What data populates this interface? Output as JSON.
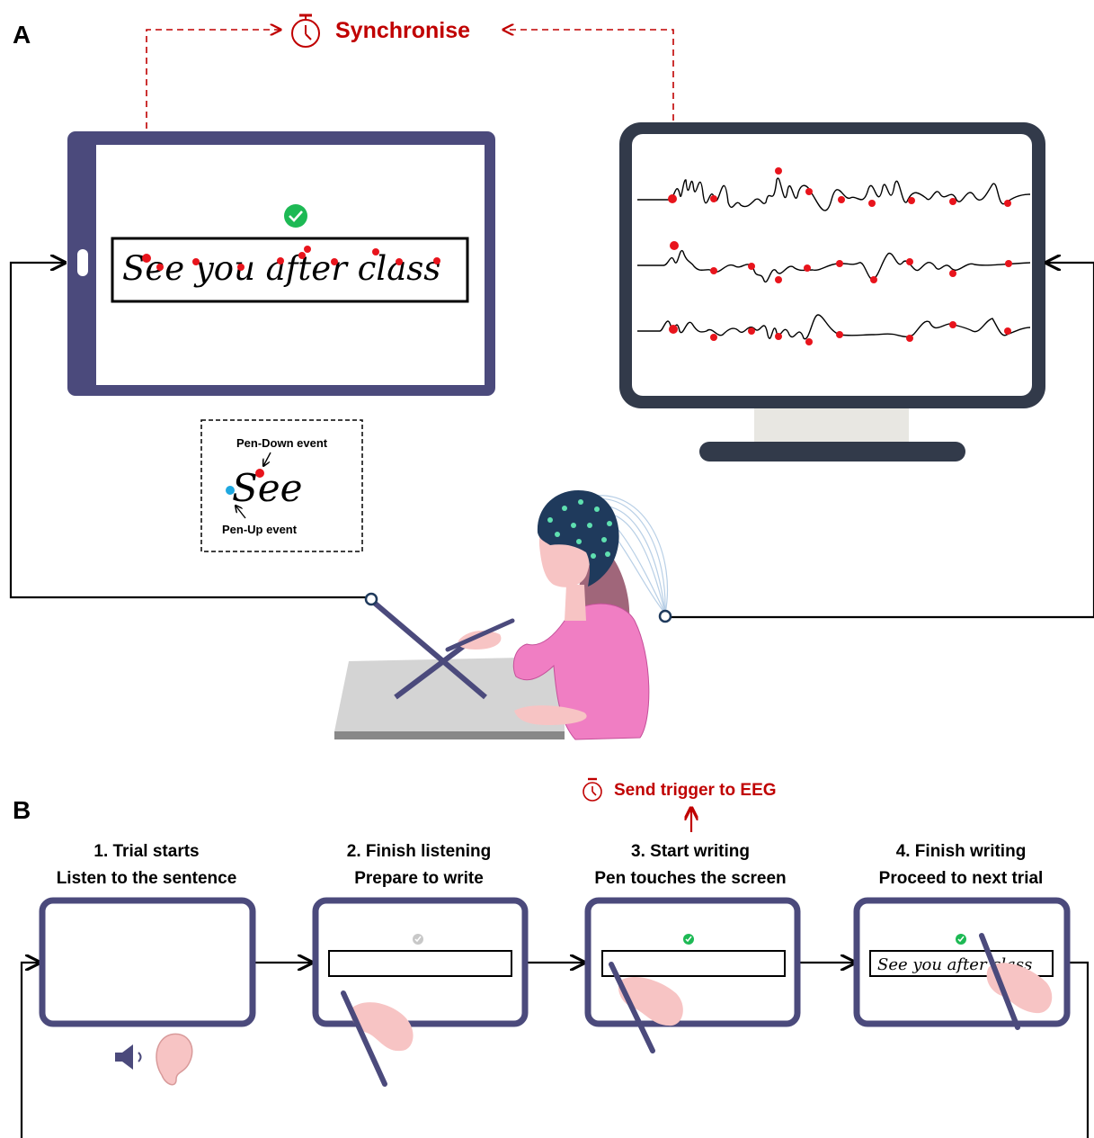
{
  "panelA": {
    "label": "A",
    "sync_text": "Synchronise",
    "tablet_sentence": "See you after class",
    "legend": {
      "pen_down": "Pen-Down event",
      "word": "See",
      "pen_up": "Pen-Up event"
    }
  },
  "panelB": {
    "label": "B",
    "trigger_text": "Send trigger to EEG",
    "steps": [
      {
        "line1": "1. Trial starts",
        "line2": "Listen to the sentence"
      },
      {
        "line1": "2. Finish listening",
        "line2": "Prepare to write"
      },
      {
        "line1": "3. Start writing",
        "line2": "Pen touches the screen"
      },
      {
        "line1": "4. Finish writing",
        "line2": "Proceed to next trial"
      }
    ],
    "final_sentence": "See you after class"
  },
  "colors": {
    "frame": "#4b4a7c",
    "monitor": "#323a4a",
    "sync_red": "#c00000",
    "event_red": "#e8141c",
    "pen_up_blue": "#1fa8e0",
    "check_green": "#1db954",
    "check_grey": "#c8c8c8",
    "sweater": "#f07ec3",
    "skin": "#f7c4c4",
    "cap": "#1f3a5c"
  }
}
